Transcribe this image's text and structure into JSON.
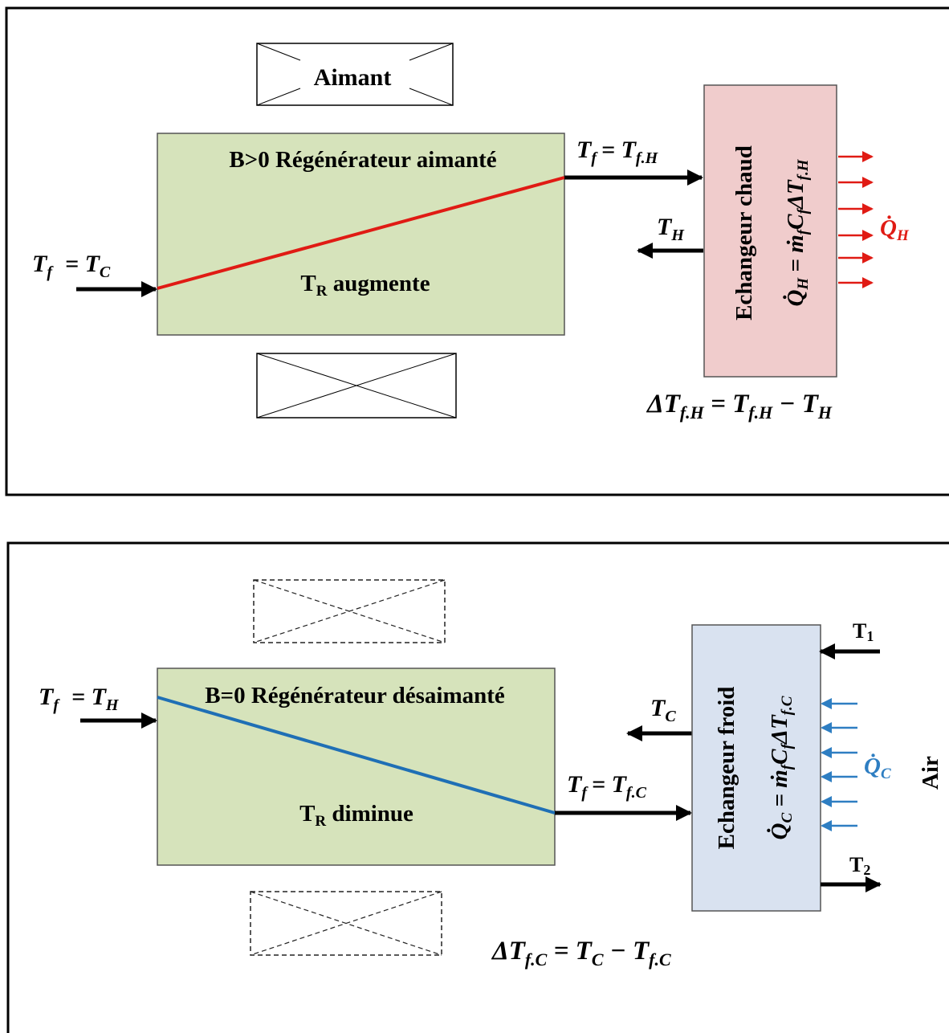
{
  "colors": {
    "regenerator_fill": "#d6e3bb",
    "hot_exchanger_fill": "#f0cccc",
    "cold_exchanger_fill": "#d9e2f0",
    "hot_line": "#e01b14",
    "cold_line": "#1f6fb5",
    "heat_arrow_red": "#e01b14",
    "heat_arrow_blue": "#2e7ec2"
  },
  "top": {
    "magnet_label": "Aimant",
    "regenerator_title": "B>0 Régénérateur aimanté",
    "regenerator_status_prefix": "T",
    "regenerator_status_sub": "R",
    "regenerator_status": "augmente",
    "inlet_lhs": "T",
    "inlet_lhs_sub": "f",
    "inlet_rhs": "= T",
    "inlet_rhs_sub": "C",
    "outlet_lhs": "T",
    "outlet_lhs_sub": "f",
    "outlet_rhs": "= T",
    "outlet_rhs_sub": "f.H",
    "return_label": "T",
    "return_sub": "H",
    "exchanger_label": "Echangeur chaud",
    "exchanger_formula": "Q̇",
    "exchanger_formula_sub": "H",
    "exchanger_formula_rhs": " = ṁ",
    "exchanger_formula_rhs_sub": "f",
    "exchanger_formula_c": "C",
    "exchanger_formula_c_sub": "f",
    "exchanger_formula_dt": "ΔT",
    "exchanger_formula_dt_sub": "f.H",
    "heat_label": "Q̇",
    "heat_sub": "H",
    "delta_lhs": "ΔT",
    "delta_lhs_sub": "f.H",
    "delta_mid": " = T",
    "delta_mid_sub": "f.H",
    "delta_rhs": " − T",
    "delta_rhs_sub": "H"
  },
  "bottom": {
    "regenerator_title": "B=0  Régénérateur désaimanté",
    "regenerator_status_prefix": "T",
    "regenerator_status_sub": "R",
    "regenerator_status": "diminue",
    "inlet_lhs": "T",
    "inlet_lhs_sub": "f",
    "inlet_rhs": "= T",
    "inlet_rhs_sub": "H",
    "outlet_lhs": "T",
    "outlet_lhs_sub": "f",
    "outlet_rhs": "= T",
    "outlet_rhs_sub": "f.C",
    "return_label": "T",
    "return_sub": "C",
    "exchanger_label": "Echangeur froid",
    "exchanger_formula": "Q̇",
    "exchanger_formula_sub": "C",
    "exchanger_formula_rhs": " = ṁ",
    "exchanger_formula_rhs_sub": "f",
    "exchanger_formula_c": "C",
    "exchanger_formula_c_sub": "f",
    "exchanger_formula_dt": "ΔT",
    "exchanger_formula_dt_sub": "f.C",
    "heat_label": "Q̇",
    "heat_sub": "C",
    "air_label": "Air",
    "air_in_label": "T",
    "air_in_sub": "1",
    "air_out_label": "T",
    "air_out_sub": "2",
    "delta_lhs": "ΔT",
    "delta_lhs_sub": "f.C",
    "delta_mid": " = T",
    "delta_mid_sub": "C",
    "delta_rhs": " − T",
    "delta_rhs_sub": "f.C"
  }
}
